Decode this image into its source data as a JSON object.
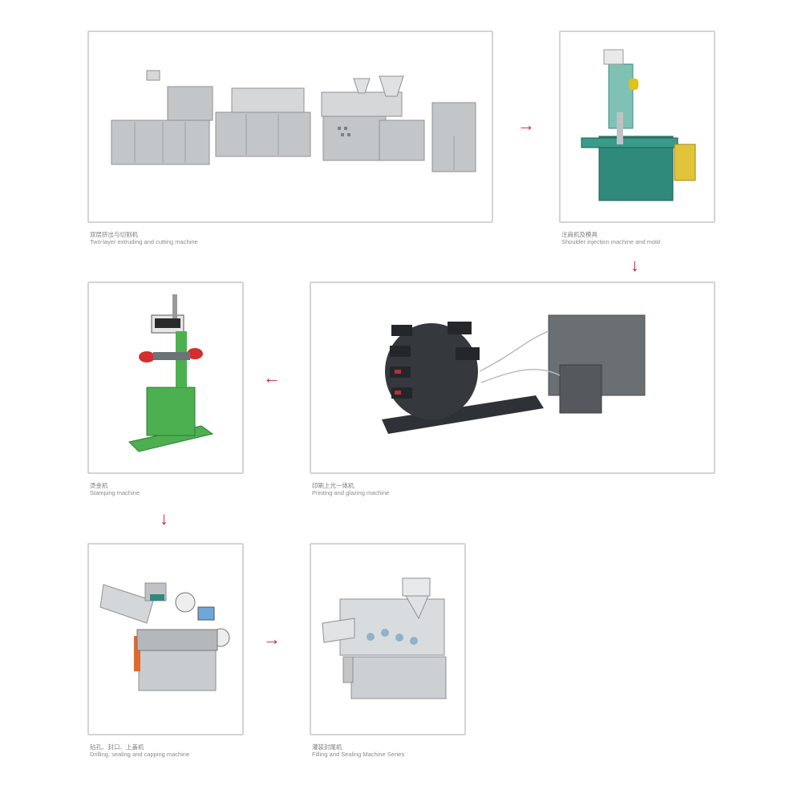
{
  "diagram": {
    "type": "process-flow",
    "accent_color": "#c0283a",
    "steps": [
      {
        "id": 1,
        "caption_zh": "双层挤出与切割机",
        "caption_en": "Two-layer extruding and cutting machine",
        "machine_color": "#b9bcbf"
      },
      {
        "id": 2,
        "caption_zh": "注肩机及模具",
        "caption_en": "Shoulder injection machine and mold",
        "machine_color": "#2f8a7a"
      },
      {
        "id": 3,
        "caption_zh": "印刷上光一体机",
        "caption_en": "Printing and glazing machine",
        "machine_color": "#3a3d42"
      },
      {
        "id": 4,
        "caption_zh": "烫金机",
        "caption_en": "Stamping machine",
        "machine_color": "#4caf50"
      },
      {
        "id": 5,
        "caption_zh": "钻孔、封口、上盖机",
        "caption_en": "Drilling, sealing and capping machine",
        "machine_color": "#c4c7ca"
      },
      {
        "id": 6,
        "caption_zh": "灌装封尾机",
        "caption_en": "Filling and Sealing Machine Series",
        "machine_color": "#c9cccf"
      }
    ],
    "arrows": {
      "right": "→",
      "left": "←",
      "down": "↓"
    }
  }
}
